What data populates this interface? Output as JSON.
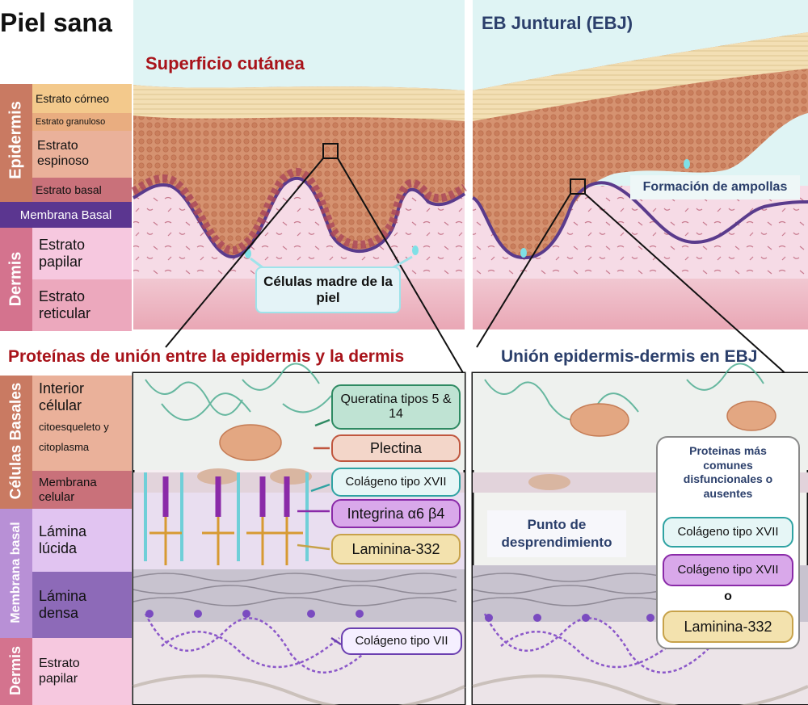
{
  "titles": {
    "healthy_skin": "Piel sana",
    "eb_junctional": "EB Juntural (EBJ)",
    "skin_surface": "Superficio cutánea",
    "blister_formation": "Formación de ampollas",
    "stem_cells": "Células madre de la piel",
    "proteins_title": "Proteínas de unión entre la epidermis y la dermis",
    "ebj_junction_title": "Unión epidermis-dermis en EBJ",
    "detachment_point": "Punto de desprendimiento"
  },
  "upper_layers": {
    "epidermis_group": "Epidermis",
    "dermis_group": "Dermis",
    "corneum": "Estrato córneo",
    "granulosum": "Estrato granuloso",
    "spinosum": "Estrato espinoso",
    "basale": "Estrato basal",
    "basement_membrane": "Membrana Basal",
    "papillary": "Estrato papilar",
    "reticular": "Estrato reticular"
  },
  "lower_layers": {
    "basal_cells_group": "Células Basales",
    "basement_group": "Membrana basal",
    "dermis_group": "Dermis",
    "cell_interior_a": "Interior célular",
    "cell_interior_b": "citoesqueleto y citoplasma",
    "cell_membrane": "Membrana celular",
    "lamina_lucida": "Lámina lúcida",
    "lamina_densa": "Lámina densa",
    "papillary": "Estrato papilar"
  },
  "proteins": {
    "keratin": "Queratina tipos 5 & 14",
    "plectin": "Plectina",
    "collagen17": "Colágeno tipo XVII",
    "integrin": "Integrina α6 β4",
    "laminin": "Laminina-332",
    "collagen7": "Colágeno tipo VII"
  },
  "ebj_panel": {
    "common_title": "Proteinas más comunes disfuncionales o ausentes",
    "collagen17_a": "Colágeno tipo XVII",
    "collagen17_b": "Colágeno tipo XVII",
    "or_word": "o",
    "laminin": "Laminina-332"
  },
  "colors": {
    "dark_red": "#a8131a",
    "navy": "#2b3f6b",
    "keratin_border": "#2e8a62",
    "plectin_border": "#c0563e",
    "collagen17_border": "#2fa3a3",
    "integrin_border": "#8a2aa8",
    "laminin_border": "#c7a24a",
    "collagen7_border": "#6b3fb0"
  }
}
